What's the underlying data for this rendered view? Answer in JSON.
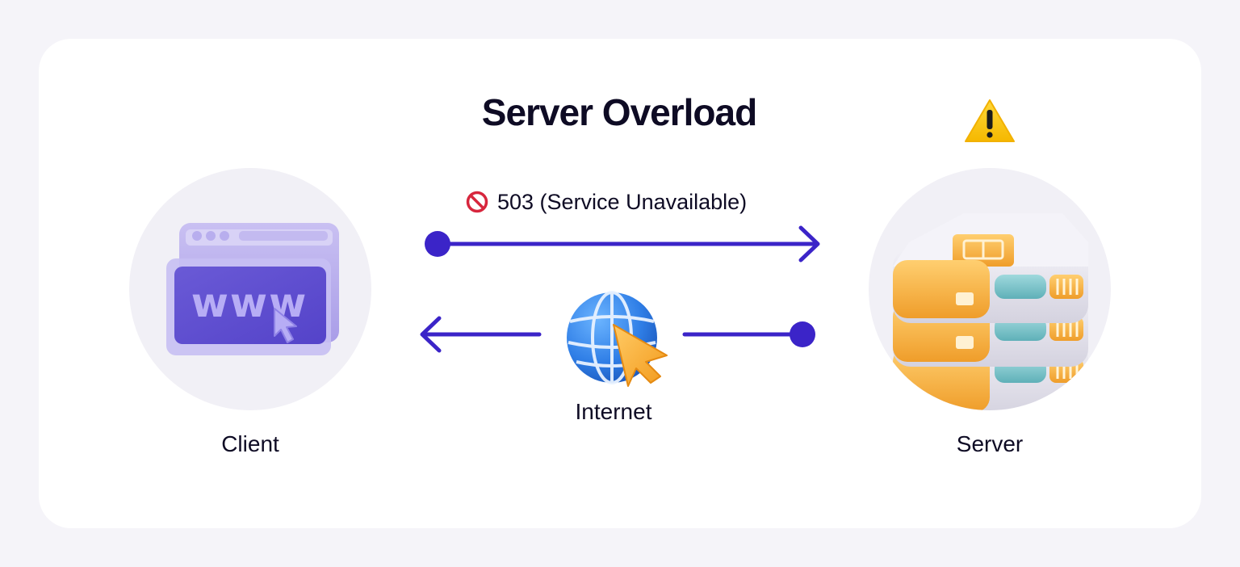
{
  "diagram": {
    "title": "Server Overload",
    "status_text": "503 (Service Unavailable)",
    "status_icon": "prohibited-icon",
    "warning_icon": "warning-icon",
    "nodes": {
      "client": "Client",
      "internet": "Internet",
      "server": "Server"
    },
    "colors": {
      "arrow": "#3b24c8",
      "warning": "#ffcc00",
      "prohibited": "#d7263d"
    }
  }
}
